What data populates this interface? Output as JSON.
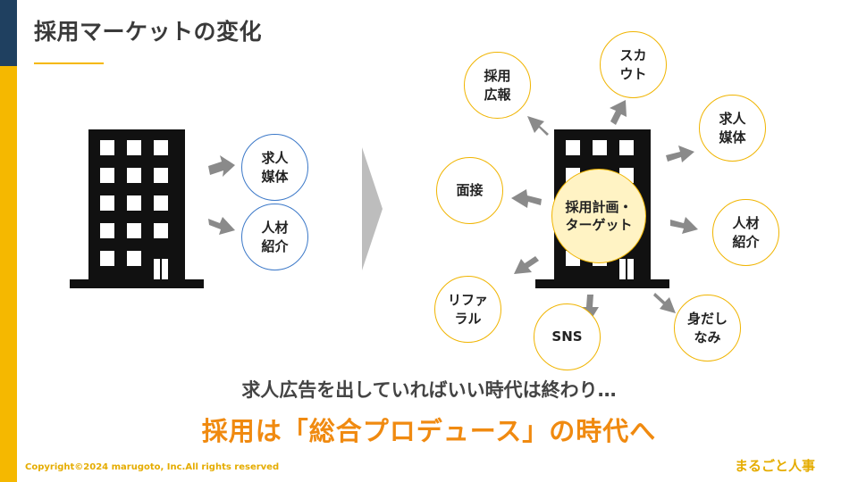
{
  "slide": {
    "title": "採用マーケットの変化",
    "tagline": "求人広告を出していればいい時代は終わり…",
    "headline": "採用は「総合プロデュース」の時代へ",
    "copyright": "Copyright©2024 marugoto, Inc.All rights reserved",
    "brand": "まるごと人事"
  },
  "left_diagram": {
    "channels": [
      "求人\n媒体",
      "人材\n紹介"
    ]
  },
  "right_diagram": {
    "center": "採用計画・\nターゲット",
    "channels": [
      "採用\n広報",
      "スカ\nウト",
      "求人\n媒体",
      "面接",
      "人材\n紹介",
      "リファ\nラル",
      "SNS",
      "身だし\nなみ"
    ]
  },
  "colors": {
    "accent_yellow": "#f5b800",
    "navy": "#1f4060",
    "headline_orange": "#f08a10",
    "circle_blue": "#3b78c8",
    "circle_gold": "#f0b400",
    "center_fill": "#fff3c4"
  },
  "icons": [
    "building-icon",
    "arrow-icon",
    "chevron-right-icon"
  ]
}
